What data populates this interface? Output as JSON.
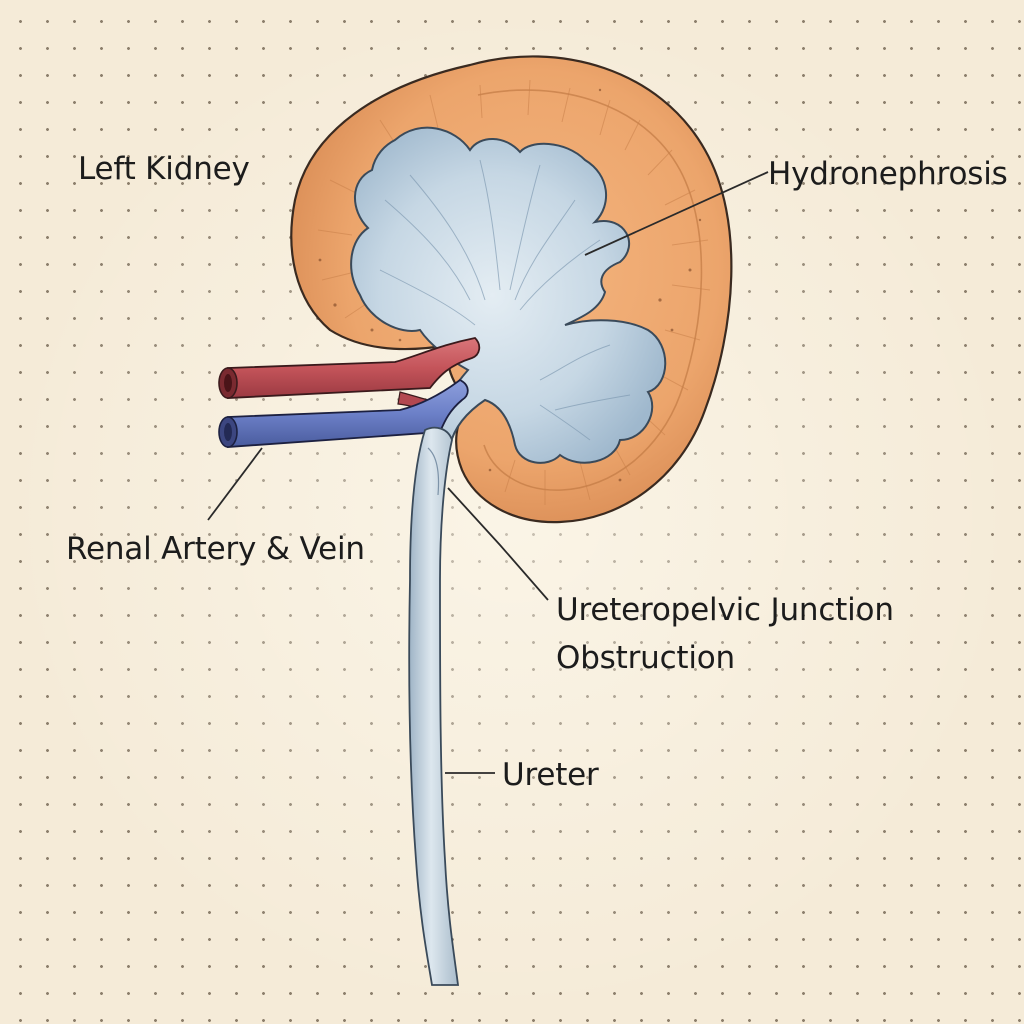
{
  "labels": {
    "left_kidney": "Left Kidney",
    "hydronephrosis": "Hydronephrosis",
    "renal_vessels": "Renal Artery & Vein",
    "upj_line1": "Ureteropelvic Junction",
    "upj_line2": "Obstruction",
    "ureter": "Ureter"
  },
  "colors": {
    "paper": "#f5ebd8",
    "cortex": "#eca56c",
    "pelvis": "#bcd0e0",
    "artery": "#c4545a",
    "vein": "#6c80c8",
    "ureter": "#c9d8e3",
    "ink": "#1c1c1c"
  }
}
